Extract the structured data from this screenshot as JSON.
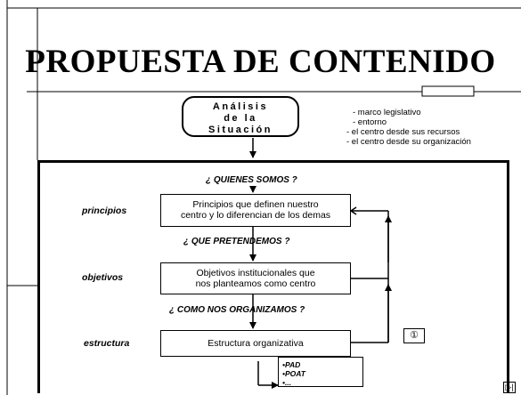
{
  "title": "PROPUESTA DE CONTENIDO",
  "analysis": {
    "line1": "Análisis",
    "line2": "de la",
    "line3": "Situación"
  },
  "notes": [
    "- marco legislativo",
    "- entorno",
    "- el centro desde sus recursos",
    "- el centro desde su organización"
  ],
  "questions": {
    "q1": "¿ QUIENES SOMOS ?",
    "q2": "¿ QUE PRETENDEMOS ?",
    "q3": "¿ COMO NOS ORGANIZAMOS ?"
  },
  "labels": {
    "principles": "principios",
    "objectives": "objetivos",
    "structure": "estructura"
  },
  "boxes": {
    "principles_line1": "Principios que definen nuestro",
    "principles_line2": "centro y lo diferencian de los demas",
    "objectives_line1": "Objetivos institucionales que",
    "objectives_line2": "nos planteamos como centro",
    "structure": "Estructura organizativa"
  },
  "sub_items": [
    "•PAD",
    "•POAT",
    "•..."
  ],
  "number_badge": "①",
  "nav_symbol": "▷|"
}
